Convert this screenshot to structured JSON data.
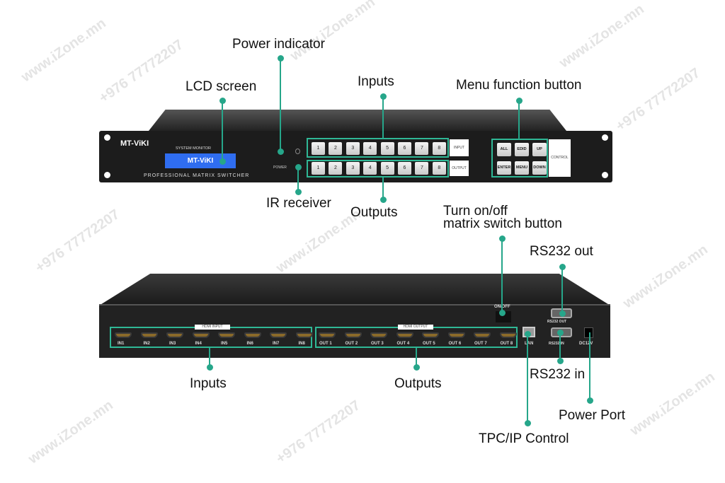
{
  "watermarks": [
    "www.iZone.mn",
    "+976 77772207"
  ],
  "front": {
    "brand": "MT-ViKI",
    "system_monitor": "SYSTEM MONITOR",
    "lcd_text": "MT-ViKI",
    "power_label": "POWER",
    "subtitle": "PROFESSIONAL MATRIX SWITCHER",
    "input_label": "INPUT",
    "output_label": "OUTPUT",
    "control_label": "CONTROL",
    "buttons": [
      "1",
      "2",
      "3",
      "4",
      "5",
      "6",
      "7",
      "8"
    ],
    "control_buttons": [
      "ALL",
      "EDID",
      "UP",
      "ENTER",
      "MENU",
      "DOWN"
    ]
  },
  "rear": {
    "hdmi_input_title": "HDMI INPUT",
    "hdmi_output_title": "HDMI OUTPUT",
    "inputs": [
      "IN1",
      "IN2",
      "IN3",
      "IN4",
      "IN5",
      "IN6",
      "IN7",
      "IN8"
    ],
    "outputs": [
      "OUT 1",
      "OUT 2",
      "OUT 3",
      "OUT 4",
      "OUT 5",
      "OUT 6",
      "OUT 7",
      "OUT 8"
    ],
    "switch_label": "ON/OFF",
    "lan": "LAN",
    "rs232_out": "RS232 OUT",
    "rs232_in": "RS232 IN",
    "dc": "DC12V"
  },
  "callouts": {
    "power_indicator": "Power indicator",
    "lcd_screen": "LCD screen",
    "inputs_front": "Inputs",
    "menu_function": "Menu function button",
    "ir_receiver": "IR receiver",
    "outputs_front": "Outputs",
    "switch_line1": "Turn on/off",
    "switch_line2": "matrix switch button",
    "rs232_out": "RS232 out",
    "inputs_rear": "Inputs",
    "outputs_rear": "Outputs",
    "rs232_in": "RS232 in",
    "power_port": "Power Port",
    "tcp_ip": "TPC/IP Control"
  }
}
